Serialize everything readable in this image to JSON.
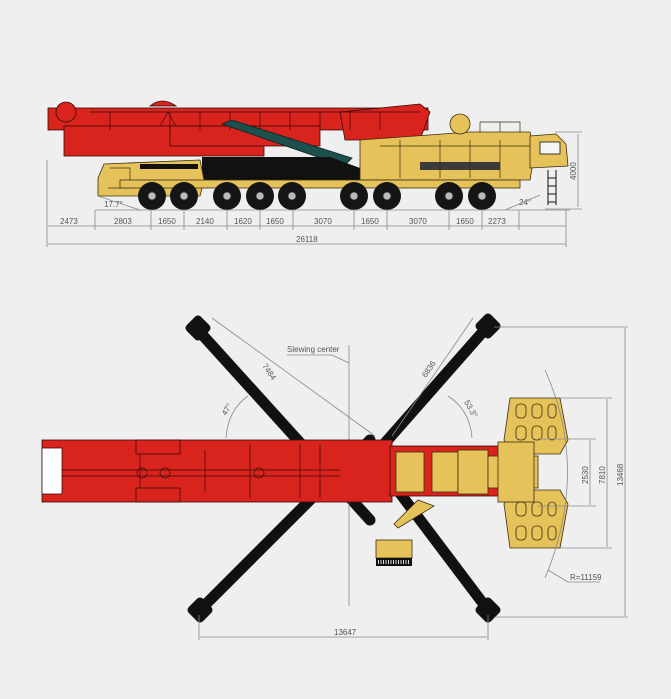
{
  "side_view": {
    "axle_spacings": [
      "2473",
      "2803",
      "1650",
      "2140",
      "1620",
      "1650",
      "3070",
      "1650",
      "3070",
      "1650",
      "2273"
    ],
    "overall_length": "26118",
    "height": "4000",
    "approach_angle": "17.7°",
    "departure_angle": "24°"
  },
  "top_view": {
    "slewing_center_label": "Slewing center",
    "front_outrigger_length": "7484",
    "rear_outrigger_length": "6836",
    "front_outrigger_angle": "47°",
    "rear_outrigger_angle": "53.3°",
    "outrigger_longitudinal_span": "13647",
    "counterweight_width": "2530",
    "counterweight_span": "7810",
    "outrigger_transverse_span": "13468",
    "tail_swing_radius": "R=11159"
  },
  "colors": {
    "background": "#efefef",
    "boom_red": "#d9231d",
    "chassis_yellow": "#e6c25a",
    "outrigger_black": "#111111",
    "luffing_cylinder_teal": "#1d4f4d",
    "dimension_gray": "#8a8a8a"
  }
}
